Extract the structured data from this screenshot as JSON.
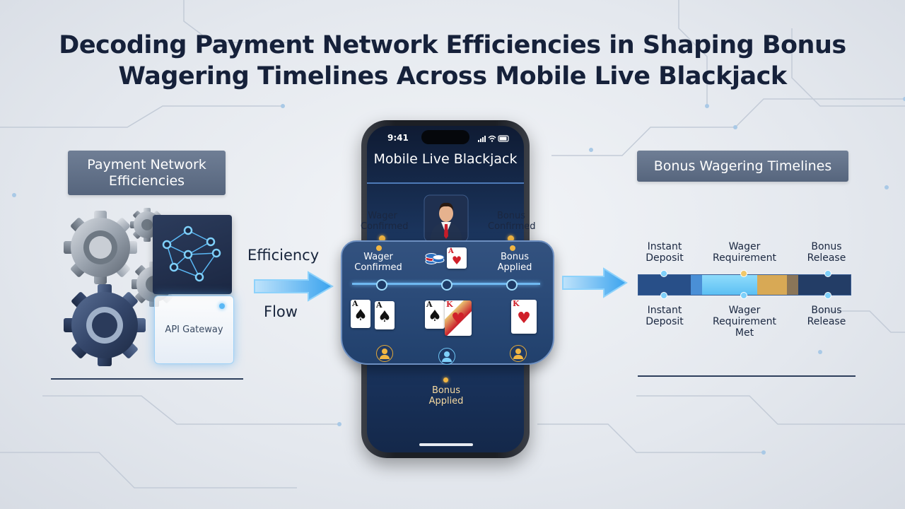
{
  "title": {
    "line1": "Decoding Payment Network Efficiencies in Shaping Bonus",
    "line2": "Wagering Timelines Across Mobile Live Blackjack"
  },
  "left": {
    "heading": "Payment Network Efficiencies",
    "api_label": "API Gateway"
  },
  "flow": {
    "word1": "Efficiency",
    "word2": "Flow"
  },
  "phone": {
    "time": "9:41",
    "screen_title": "Mobile Live Blackjack",
    "labels": {
      "top_left": "Wager Confirmed",
      "top_right": "Bonus Confirmed",
      "table_left": "Wager Confirmed",
      "table_right": "Bonus Applied",
      "bottom": "Bonus Applied"
    },
    "cards": [
      {
        "rank": "A",
        "suit": "♠"
      },
      {
        "rank": "A",
        "suit": "♠"
      },
      {
        "rank": "A",
        "suit": "♠"
      },
      {
        "rank": "K",
        "suit": "♥"
      },
      {
        "rank": "K",
        "suit": "♥"
      }
    ]
  },
  "right": {
    "heading": "Bonus Wagering Timelines",
    "top_labels": [
      "Instant Deposit",
      "Wager Requirement",
      "Bonus Release"
    ],
    "bottom_labels": [
      "Instant Deposit",
      "Wager Requirement Met",
      "Bonus Release"
    ]
  },
  "colors": {
    "accent_glow": "#5ab8f5",
    "navy": "#1d3158",
    "timeline_gold": "#d8a955",
    "label_box": "#62718a"
  },
  "icons": [
    "gear-icon",
    "network-nodes-icon",
    "arrow-right-icon",
    "dealer-icon",
    "chip-stack-icon",
    "player-seat-icon",
    "wifi-icon",
    "signal-icon",
    "battery-icon"
  ]
}
